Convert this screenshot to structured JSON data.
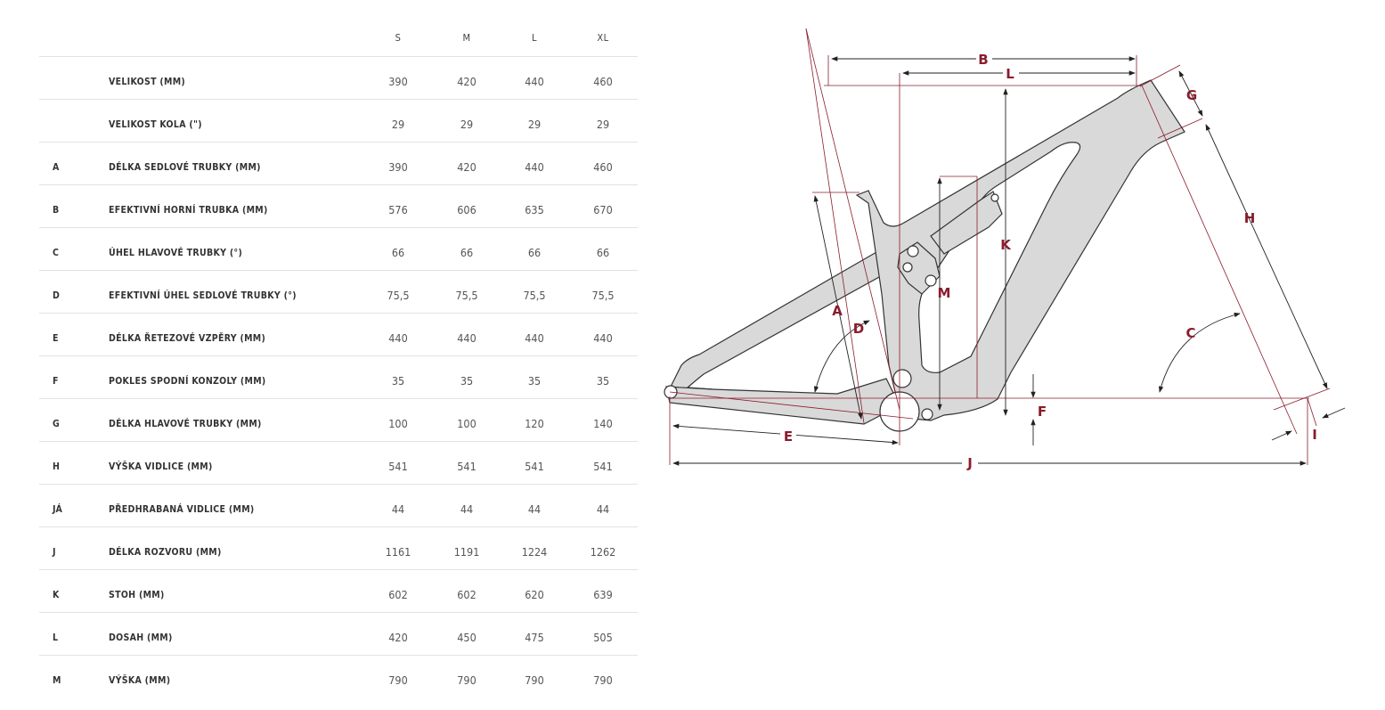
{
  "table": {
    "sizes": [
      "S",
      "M",
      "L",
      "XL"
    ],
    "rows": [
      {
        "letter": "",
        "label": "VELIKOST (MM)",
        "values": [
          "390",
          "420",
          "440",
          "460"
        ]
      },
      {
        "letter": "",
        "label": "VELIKOST KOLA (\")",
        "values": [
          "29",
          "29",
          "29",
          "29"
        ]
      },
      {
        "letter": "A",
        "label": "DÉLKA SEDLOVÉ TRUBKY (MM)",
        "values": [
          "390",
          "420",
          "440",
          "460"
        ]
      },
      {
        "letter": "B",
        "label": "EFEKTIVNÍ HORNÍ TRUBKA (MM)",
        "values": [
          "576",
          "606",
          "635",
          "670"
        ]
      },
      {
        "letter": "C",
        "label": "ÚHEL HLAVOVÉ TRUBKY (°)",
        "values": [
          "66",
          "66",
          "66",
          "66"
        ]
      },
      {
        "letter": "D",
        "label": "EFEKTIVNÍ ÚHEL SEDLOVÉ TRUBKY (°)",
        "values": [
          "75,5",
          "75,5",
          "75,5",
          "75,5"
        ]
      },
      {
        "letter": "E",
        "label": "DÉLKA ŘETEZOVÉ VZPĚRY (MM)",
        "values": [
          "440",
          "440",
          "440",
          "440"
        ]
      },
      {
        "letter": "F",
        "label": "POKLES SPODNÍ KONZOLY (MM)",
        "values": [
          "35",
          "35",
          "35",
          "35"
        ]
      },
      {
        "letter": "G",
        "label": "DÉLKA HLAVOVÉ TRUBKY (MM)",
        "values": [
          "100",
          "100",
          "120",
          "140"
        ]
      },
      {
        "letter": "H",
        "label": "VÝŠKA VIDLICE (MM)",
        "values": [
          "541",
          "541",
          "541",
          "541"
        ]
      },
      {
        "letter": "JÁ",
        "label": "PŘEDHRABANÁ VIDLICE (MM)",
        "values": [
          "44",
          "44",
          "44",
          "44"
        ]
      },
      {
        "letter": "J",
        "label": "DÉLKA ROZVORU (MM)",
        "values": [
          "1161",
          "1191",
          "1224",
          "1262"
        ]
      },
      {
        "letter": "K",
        "label": "STOH (MM)",
        "values": [
          "602",
          "602",
          "620",
          "639"
        ]
      },
      {
        "letter": "L",
        "label": "DOSAH (MM)",
        "values": [
          "420",
          "450",
          "475",
          "505"
        ]
      },
      {
        "letter": "M",
        "label": "VÝŠKA (MM)",
        "values": [
          "790",
          "790",
          "790",
          "790"
        ]
      }
    ]
  },
  "diagram": {
    "labels": {
      "A": "A",
      "B": "B",
      "C": "C",
      "D": "D",
      "E": "E",
      "F": "F",
      "G": "G",
      "H": "H",
      "I": "I",
      "J": "J",
      "K": "K",
      "L": "L",
      "M": "M"
    },
    "colors": {
      "dimension_red": "#8a1c2c",
      "frame_fill": "#d9d9d9",
      "frame_stroke": "#333333"
    }
  }
}
